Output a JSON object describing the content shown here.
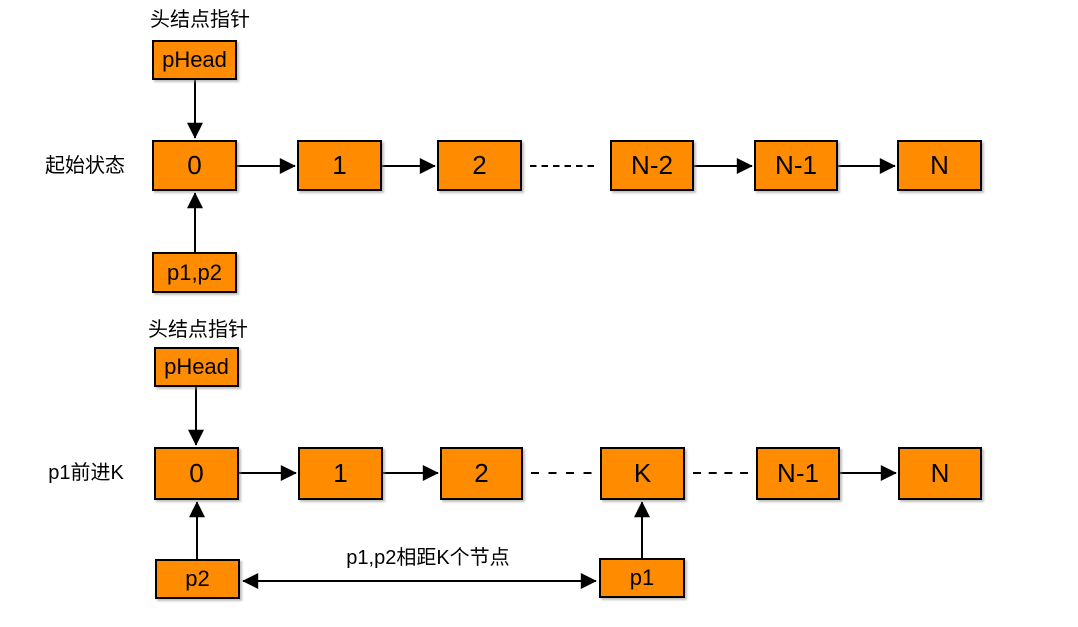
{
  "top_section": {
    "state_label": "起始状态",
    "head_pointer_caption": "头结点指针",
    "head_pointer_box": "pHead",
    "nodes": [
      "0",
      "1",
      "2",
      "N-2",
      "N-1",
      "N"
    ],
    "pointer_box": "p1,p2"
  },
  "bottom_section": {
    "state_label": "p1前进K",
    "head_pointer_caption": "头结点指针",
    "head_pointer_box": "pHead",
    "nodes": [
      "0",
      "1",
      "2",
      "K",
      "N-1",
      "N"
    ],
    "p2_box": "p2",
    "p1_box": "p1",
    "distance_caption": "p1,p2相距K个节点"
  },
  "colors": {
    "node_fill": "#FF8C00",
    "node_border": "#000000",
    "line": "#000000",
    "background": "#FFFFFF",
    "text": "#000000"
  }
}
